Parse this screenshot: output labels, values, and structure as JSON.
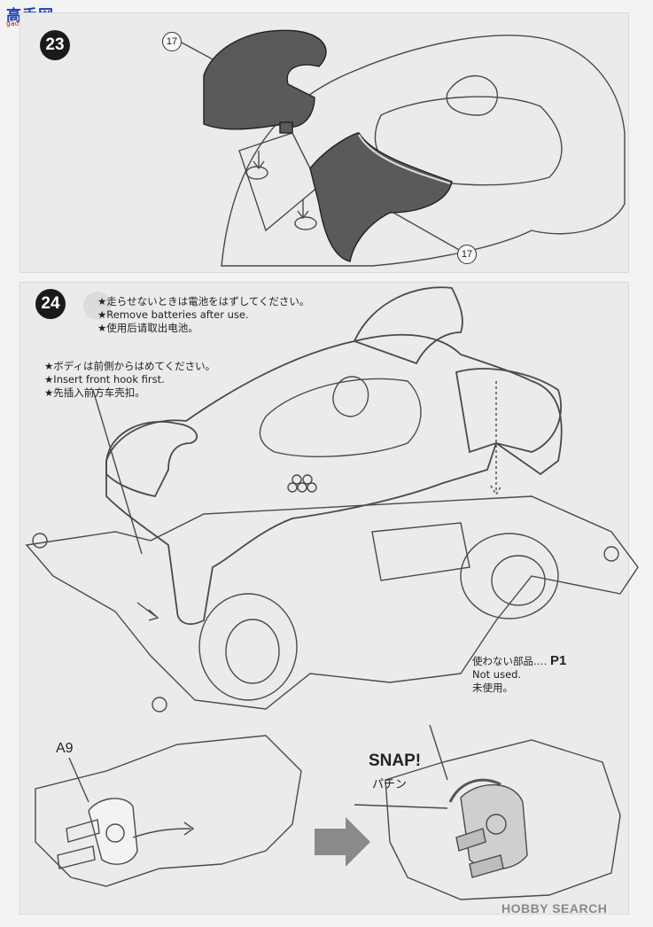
{
  "header": {
    "site_logo": "高手网",
    "site_sub": "gao-shou.com"
  },
  "steps": {
    "step23": {
      "number": "23",
      "part_label": "17"
    },
    "step24": {
      "number": "24"
    }
  },
  "notes": {
    "batteries": [
      "★走らせないときは電池をはずしてください。",
      "★Remove batteries after use.",
      "★使用后请取出电池。"
    ],
    "front_hook": [
      "★ボディは前側からはめてください。",
      "★Insert front hook first.",
      "★先插入前方车壳扣。"
    ],
    "unused": {
      "jp": "使わない部品‥‥",
      "part": "P1",
      "en": "Not used.",
      "cn": "未使用。"
    }
  },
  "detail": {
    "part_ref": "A9",
    "snap_en": "SNAP!",
    "snap_jp": "パチン"
  },
  "watermark": "HOBBY SEARCH",
  "colors": {
    "page_bg": "#f3f3f3",
    "panel_bg": "#ebebeb",
    "part_dark": "#5a5a5a",
    "line": "#444444"
  }
}
